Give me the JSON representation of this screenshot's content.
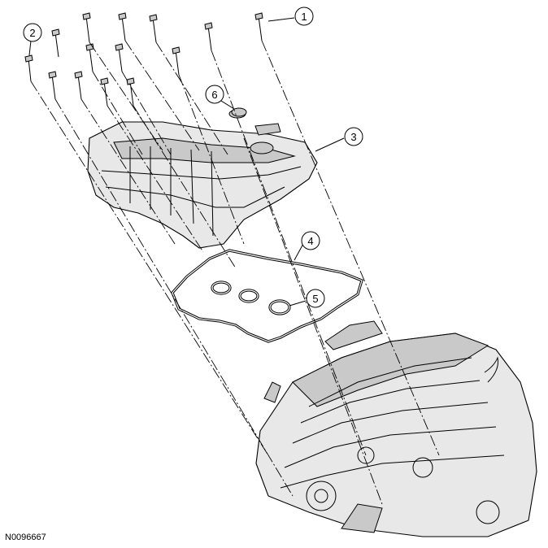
{
  "figure": {
    "id_label": "N0096667"
  },
  "callouts": [
    {
      "number": "1"
    },
    {
      "number": "2"
    },
    {
      "number": "3"
    },
    {
      "number": "4"
    },
    {
      "number": "5"
    },
    {
      "number": "6"
    }
  ]
}
